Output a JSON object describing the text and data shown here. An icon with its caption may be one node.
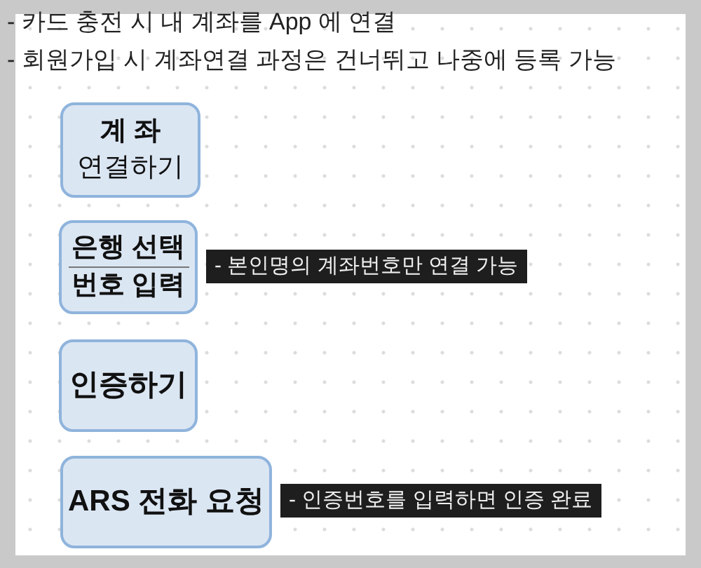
{
  "diagram": {
    "nodes": [
      {
        "text": [
          "계 좌",
          "연결하기"
        ]
      },
      {
        "text": [
          "은행 선택",
          "번호 입력"
        ],
        "beside": [
          "- 본인명의 계좌번호만 연결 가능"
        ]
      },
      {
        "text": [
          "인증하기"
        ]
      },
      {
        "text": [
          "ARS 전화 요청"
        ],
        "beside": [
          "- 인증번호를 입력하면 인증 완료"
        ]
      }
    ],
    "labels": [
      "- 카드 충전 시 내 계좌를 App 에 연결",
      "- 회원가입 시 계좌연결 과정은 건너뛰고 나중에 등록 가능"
    ]
  }
}
